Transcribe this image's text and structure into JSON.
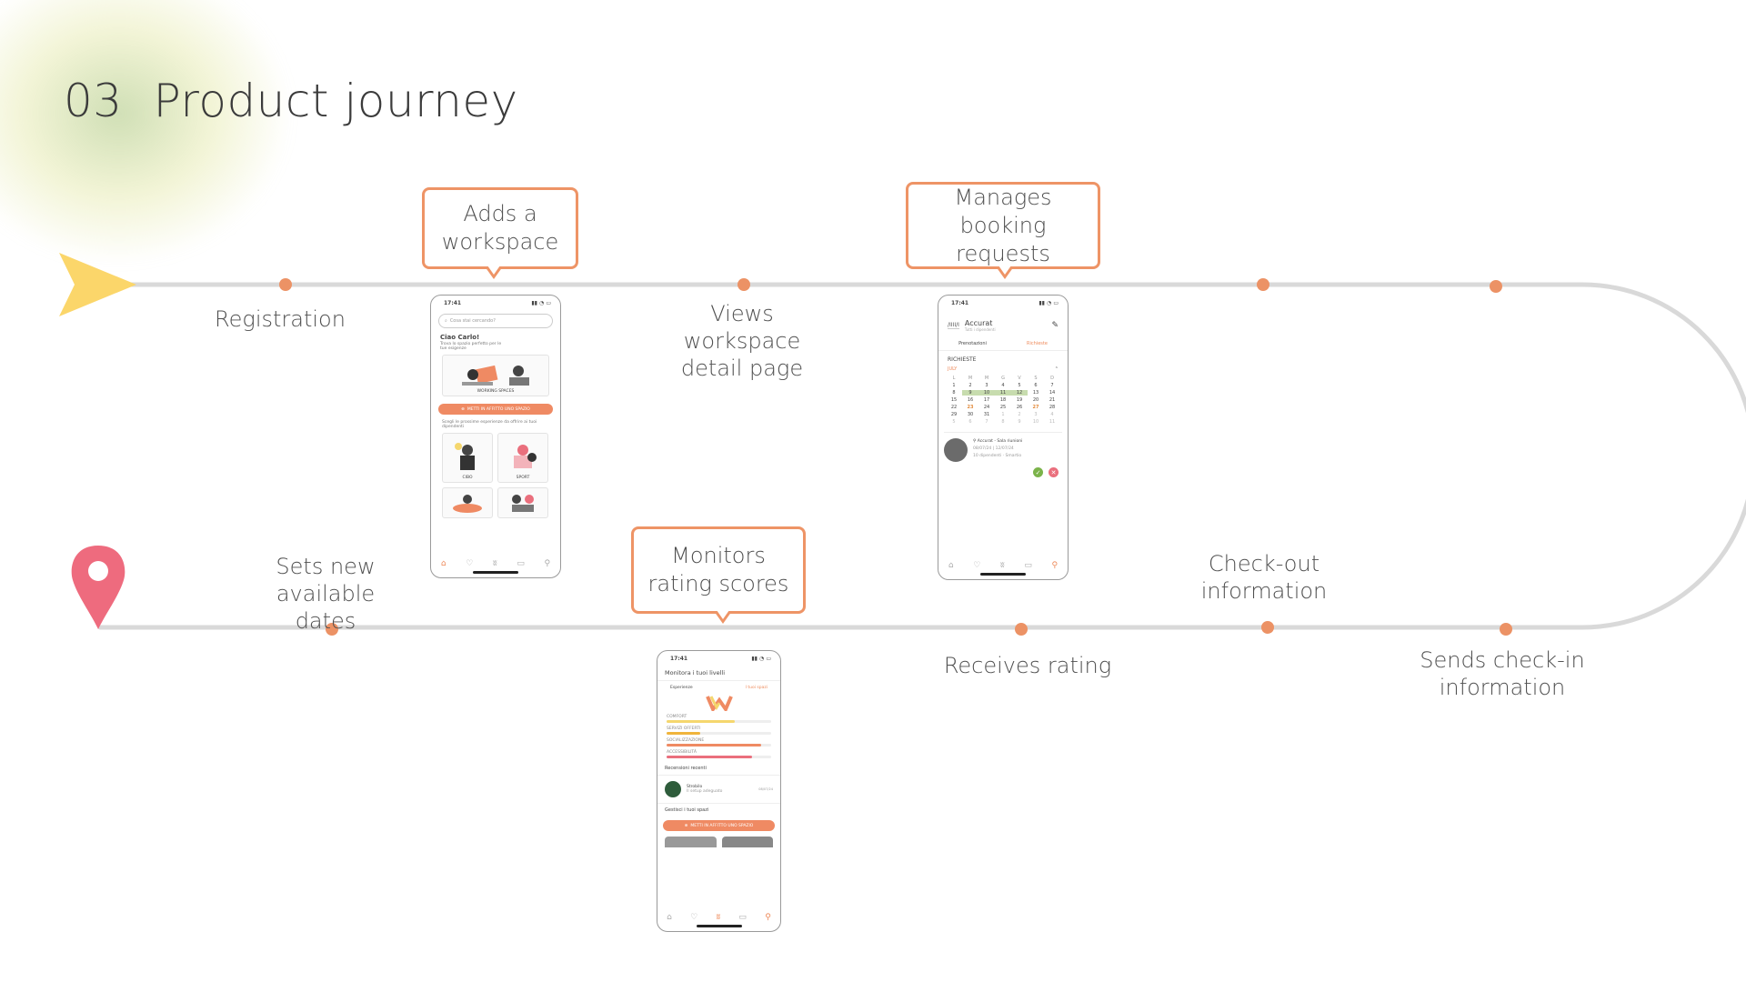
{
  "title": {
    "number": "03",
    "text": "Product journey"
  },
  "colors": {
    "accent": "#ee9466",
    "track": "#d9d9d9",
    "dot": "#ec9265",
    "start_arrow": "#fbd66a",
    "end_pin": "#ee6b7e"
  },
  "steps_top": [
    {
      "label": "Registration"
    },
    {
      "label": "Views workspace detail page"
    }
  ],
  "steps_bottom": [
    {
      "label": "Sets new available dates"
    },
    {
      "label": "Check-out information"
    },
    {
      "label": "Receives rating"
    },
    {
      "label": "Sends check-in information"
    }
  ],
  "callouts": [
    {
      "label": "Adds a workspace"
    },
    {
      "label": "Manages booking requests"
    },
    {
      "label": "Monitors rating scores"
    }
  ],
  "phone_home": {
    "time": "17:41",
    "search_placeholder": "Cosa stai cercando?",
    "greeting": "Ciao Carlo!",
    "subtitle": "Trova lo spazio perfetto per le tue esigenze",
    "card_working": "WORKING SPACES",
    "cta": "METTI IN AFFITTO UNO SPAZIO",
    "experiences_text": "Scegli le prossime esperienze da offrire ai tuoi dipendenti",
    "card_food": "CIBO",
    "card_sport": "SPORT"
  },
  "phone_requests": {
    "time": "17:41",
    "brand": "Accurat",
    "brand_sub": "Tutti i dipendenti",
    "tab_bookings": "Prenotazioni",
    "tab_requests": "Richieste",
    "section": "RICHIESTE",
    "month": "JULY",
    "weekdays": [
      "L",
      "M",
      "M",
      "G",
      "V",
      "S",
      "D"
    ],
    "days": [
      [
        "1",
        "2",
        "3",
        "4",
        "5",
        "6",
        "7"
      ],
      [
        "8",
        "9",
        "10",
        "11",
        "12",
        "13",
        "14"
      ],
      [
        "15",
        "16",
        "17",
        "18",
        "19",
        "20",
        "21"
      ],
      [
        "22",
        "23",
        "24",
        "25",
        "26",
        "27",
        "28"
      ],
      [
        "29",
        "30",
        "31",
        "1",
        "2",
        "3",
        "4"
      ],
      [
        "5",
        "6",
        "7",
        "8",
        "9",
        "10",
        "11"
      ]
    ],
    "request_place": "Accurat - Sala riunioni",
    "request_dates": "08/07/24 | 12/07/24",
    "request_people": "10 dipendenti · Smartio"
  },
  "phone_ratings": {
    "time": "17:41",
    "heading": "Monitora i tuoi livelli",
    "tab_experiences": "Esperienze",
    "tab_spaces": "I tuoi spazi",
    "metrics": [
      {
        "name": "COMFORT",
        "value": 0.65,
        "color": "#f5d76e"
      },
      {
        "name": "SERVIZI OFFERTI",
        "value": 0.32,
        "color": "#f0b43c"
      },
      {
        "name": "SOCIALIZZAZIONE",
        "value": 0.9,
        "color": "#ef8a63"
      },
      {
        "name": "ACCESSIBILITÀ",
        "value": 0.82,
        "color": "#ea6f7d"
      }
    ],
    "reviews_heading": "Recensioni recenti",
    "review_name": "Strobilo",
    "review_text": "Il setup adeguato",
    "review_date": "08/07/24",
    "manage_heading": "Gestisci i tuoi spazi",
    "cta": "METTI IN AFFITTO UNO SPAZIO"
  }
}
